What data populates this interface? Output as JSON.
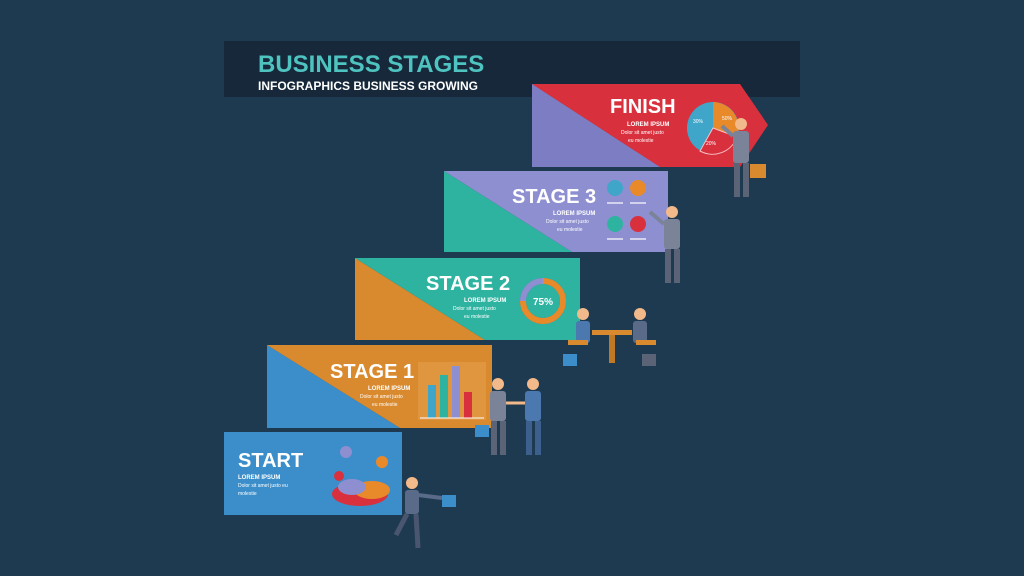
{
  "header": {
    "title": "BUSINESS STAGES",
    "subtitle": "INFOGRAPHICS BUSINESS GROWING"
  },
  "stages": [
    {
      "label": "START",
      "small": "LOREM IPSUM",
      "body1": "Dolor sit amet justo eu",
      "body2": "molestie"
    },
    {
      "label": "STAGE 1",
      "small": "LOREM IPSUM",
      "body1": "Dolor sit amet justo",
      "body2": "eu molestie"
    },
    {
      "label": "STAGE 2",
      "small": "LOREM IPSUM",
      "body1": "Dolor sit amet justo",
      "body2": "eu molestie"
    },
    {
      "label": "STAGE 3",
      "small": "LOREM IPSUM",
      "body1": "Dolor sit amet justo",
      "body2": "eu molestie"
    },
    {
      "label": "FINISH",
      "small": "LOREM IPSUM",
      "body1": "Dolor sit amet justo",
      "body2": "eu molestie"
    }
  ],
  "widgets": {
    "donut_value": "75%",
    "pie_labels": [
      "30%",
      "50%",
      "20%"
    ]
  },
  "colors": {
    "background": "#1e3a50",
    "title": "#4ec3c0",
    "start": "#3b8ec9",
    "stage1": "#d98a2e",
    "stage2": "#2fb3a1",
    "stage3": "#8e8fd0",
    "finish": "#d9303d"
  }
}
